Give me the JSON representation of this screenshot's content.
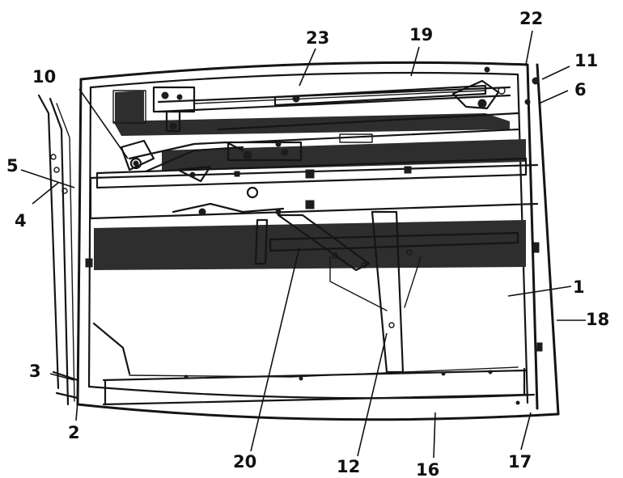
{
  "figure": {
    "callouts": [
      {
        "id": "c1",
        "text": "1"
      },
      {
        "id": "c2",
        "text": "2"
      },
      {
        "id": "c3",
        "text": "3"
      },
      {
        "id": "c4",
        "text": "4"
      },
      {
        "id": "c5",
        "text": "5"
      },
      {
        "id": "c6",
        "text": "6"
      },
      {
        "id": "c10",
        "text": "10"
      },
      {
        "id": "c11",
        "text": "11"
      },
      {
        "id": "c12",
        "text": "12"
      },
      {
        "id": "c16",
        "text": "16"
      },
      {
        "id": "c17",
        "text": "17"
      },
      {
        "id": "c18",
        "text": "18"
      },
      {
        "id": "c19",
        "text": "19"
      },
      {
        "id": "c20",
        "text": "20"
      },
      {
        "id": "c22",
        "text": "22"
      },
      {
        "id": "c23",
        "text": "23"
      }
    ]
  }
}
